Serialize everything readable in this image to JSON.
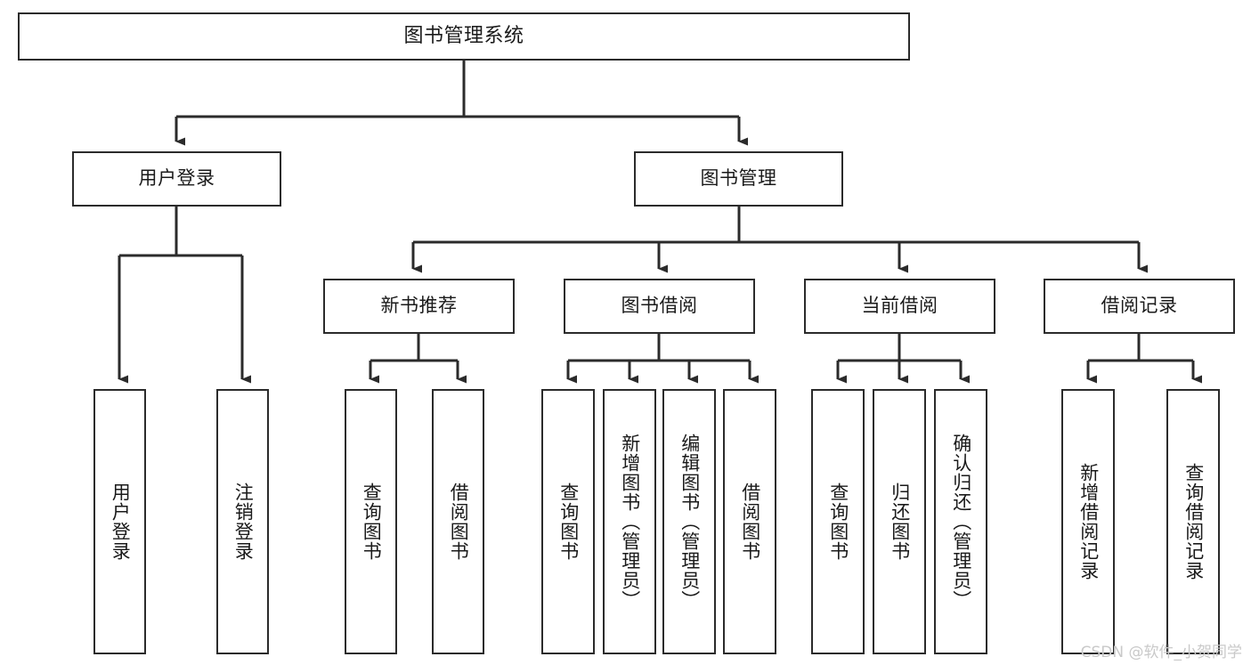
{
  "diagram": {
    "title": "图书管理系统",
    "type": "tree-hierarchy",
    "line_color": "#2b2b2b",
    "box_fill": "#ffffff",
    "text_color": "#1a1a1a",
    "root": {
      "label": "图书管理系统"
    },
    "level1": [
      {
        "label": "用户登录"
      },
      {
        "label": "图书管理"
      }
    ],
    "level2": [
      {
        "label": "新书推荐"
      },
      {
        "label": "图书借阅"
      },
      {
        "label": "当前借阅"
      },
      {
        "label": "借阅记录"
      }
    ],
    "leaves": [
      {
        "label": "用户登录"
      },
      {
        "label": "注销登录"
      },
      {
        "label": "查询图书"
      },
      {
        "label": "借阅图书"
      },
      {
        "label": "查询图书"
      },
      {
        "label": "新增图书（管理员）"
      },
      {
        "label": "编辑图书（管理员）"
      },
      {
        "label": "借阅图书"
      },
      {
        "label": "查询图书"
      },
      {
        "label": "归还图书"
      },
      {
        "label": "确认归还（管理员）"
      },
      {
        "label": "新增借阅记录"
      },
      {
        "label": "查询借阅记录"
      }
    ]
  },
  "watermark": {
    "text": "CSDN @软件_小贺同学",
    "color": "#c9c9c9"
  }
}
